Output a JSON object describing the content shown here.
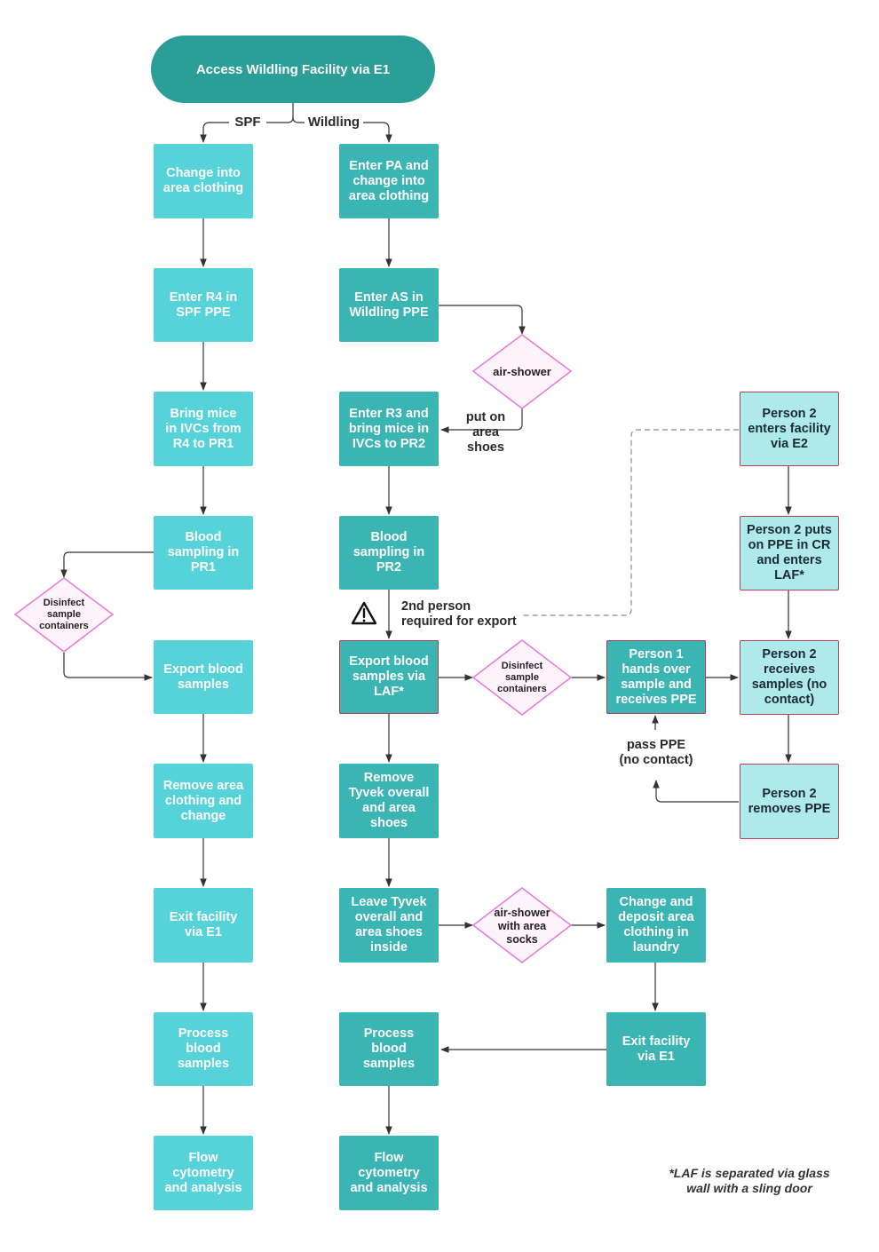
{
  "start": "Access Wildling Facility via E1",
  "branch_labels": {
    "spf": "SPF",
    "wildling": "Wildling"
  },
  "spf_steps": [
    "Change into\narea clothing",
    "Enter R4 in\nSPF PPE",
    "Bring mice\nin IVCs from\nR4  to PR1",
    "Blood\nsampling in\nPR1",
    "Export blood\nsamples",
    "Remove area\nclothing and\nchange",
    "Exit facility\nvia E1",
    "Process\nblood\nsamples",
    "Flow\ncytometry\nand analysis"
  ],
  "wildling_steps": [
    "Enter PA and\nchange into\narea clothing",
    "Enter AS in\nWildling PPE",
    "Enter R3 and\nbring mice in\nIVCs  to PR2",
    "Blood\nsampling in\nPR2",
    "Export blood\nsamples via\nLAF*",
    "Remove\nTyvek overall\nand area\nshoes",
    "Leave Tyvek\noverall and\narea shoes\ninside",
    "Process\nblood\nsamples",
    "Flow\ncytometry\nand analysis"
  ],
  "wildling_side_steps": {
    "change_deposit": "Change and\ndeposit area\nclothing in\nlaundry",
    "exit_e1": "Exit facility\nvia E1"
  },
  "person1": "Person 1\nhands over\nsample and\nreceives PPE",
  "person2_steps": [
    "Person 2\nenters facility\nvia E2",
    "Person 2 puts\non PPE in CR\nand enters\nLAF*",
    "Person 2\nreceives\nsamples (no\ncontact)",
    "Person 2\nremoves PPE"
  ],
  "decisions": {
    "air_shower": "air-shower",
    "disinfect_spf": "Disinfect\nsample\ncontainers",
    "disinfect_wild": "Disinfect\nsample\ncontainers",
    "air_shower_socks": "air-shower\nwith area\nsocks"
  },
  "labels": {
    "put_on_shoes": "put on\narea\nshoes",
    "second_person": "2nd person\nrequired for export",
    "pass_ppe": "pass PPE\n(no contact)"
  },
  "footnote": "*LAF is separated via glass\nwall with a sling door",
  "icons": {
    "warning": "warning-icon"
  },
  "colors": {
    "spf": "#56d3d8",
    "wildling": "#3ab5b3",
    "start": "#2b9e98",
    "person2": "#aee9ec",
    "decision_border": "#e879d9",
    "arrow": "#333333"
  }
}
